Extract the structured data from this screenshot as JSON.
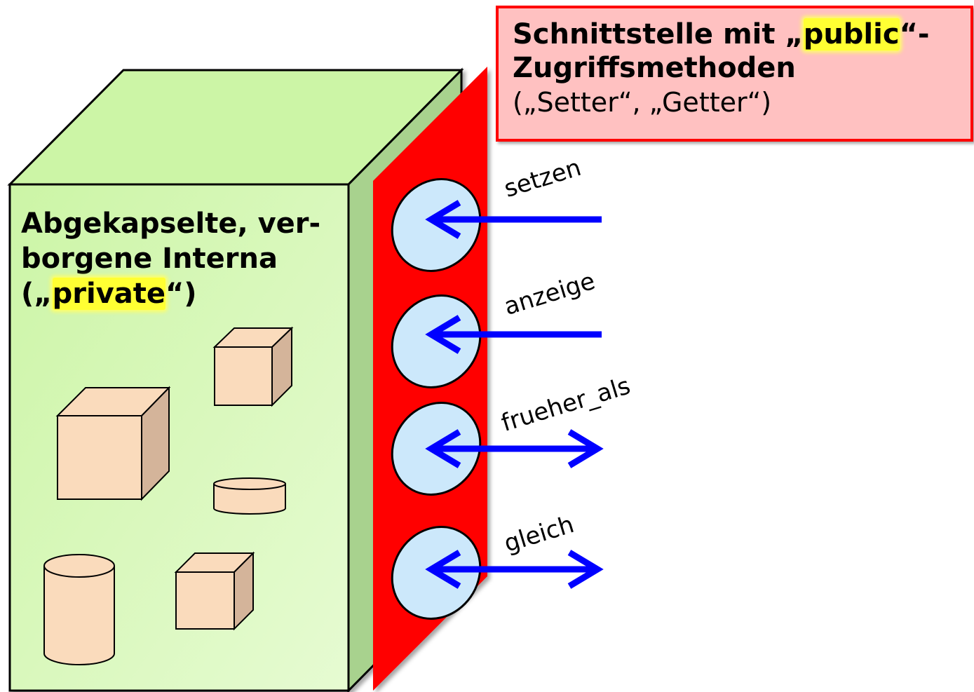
{
  "interface_box": {
    "line1_prefix": "Schnittstelle mit „",
    "line1_highlight": "public",
    "line1_suffix": "“-",
    "line2": "Zugriffsmethoden",
    "line3": "(„Setter“, „Getter“)"
  },
  "private_box": {
    "line1": "Abgekapselte, ver-",
    "line2": "borgene Interna",
    "line3_prefix": "(„",
    "line3_highlight": "private",
    "line3_suffix": "“)"
  },
  "methods": [
    {
      "label": "setzen",
      "arrow": "in"
    },
    {
      "label": "anzeige",
      "arrow": "in"
    },
    {
      "label": "frueher_als",
      "arrow": "both"
    },
    {
      "label": "gleich",
      "arrow": "both"
    }
  ],
  "colors": {
    "cube_front": "#d4f7b0",
    "cube_top": "#ccf5a6",
    "cube_side": "#a8d28e",
    "wall": "#ff0000",
    "port": "#cce8fb",
    "arrow": "#0000ff",
    "object_front": "#fadbbc",
    "object_side": "#d4b49a",
    "highlight": "#ffff33"
  }
}
